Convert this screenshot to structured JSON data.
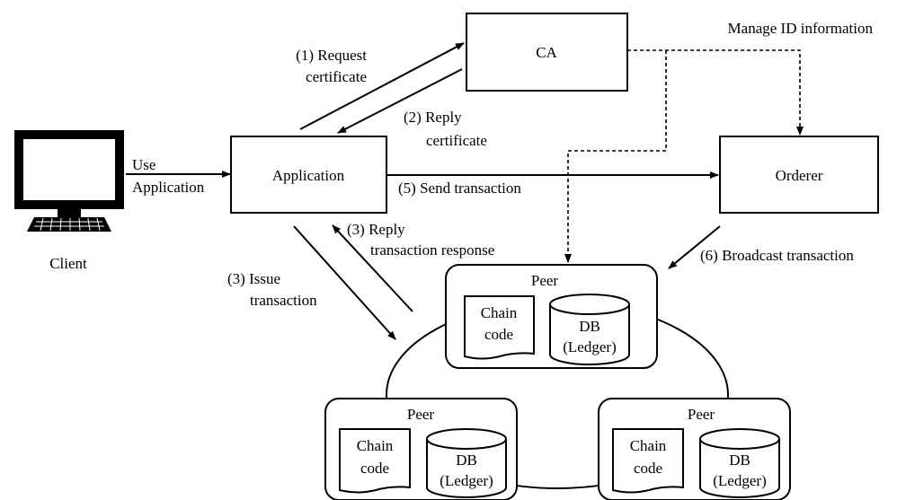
{
  "nodes": {
    "ca": "CA",
    "application": "Application",
    "orderer": "Orderer",
    "client": "Client"
  },
  "edges": {
    "use": [
      "Use",
      "Application"
    ],
    "request": [
      "(1) Request",
      "certificate"
    ],
    "reply_cert": [
      "(2) Reply",
      "certificate"
    ],
    "manage": "Manage ID information",
    "send": "(5) Send transaction",
    "reply_tx": [
      "(3) Reply",
      "transaction response"
    ],
    "issue": [
      "(3) Issue",
      "transaction"
    ],
    "broadcast": "(6) Broadcast transaction"
  },
  "peers": [
    {
      "title": "Peer",
      "chain": [
        "Chain",
        "code"
      ],
      "db": [
        "DB",
        "(Ledger)"
      ]
    },
    {
      "title": "Peer",
      "chain": [
        "Chain",
        "code"
      ],
      "db": [
        "DB",
        "(Ledger)"
      ]
    },
    {
      "title": "Peer",
      "chain": [
        "Chain",
        "code"
      ],
      "db": [
        "DB",
        "(Ledger)"
      ]
    }
  ]
}
